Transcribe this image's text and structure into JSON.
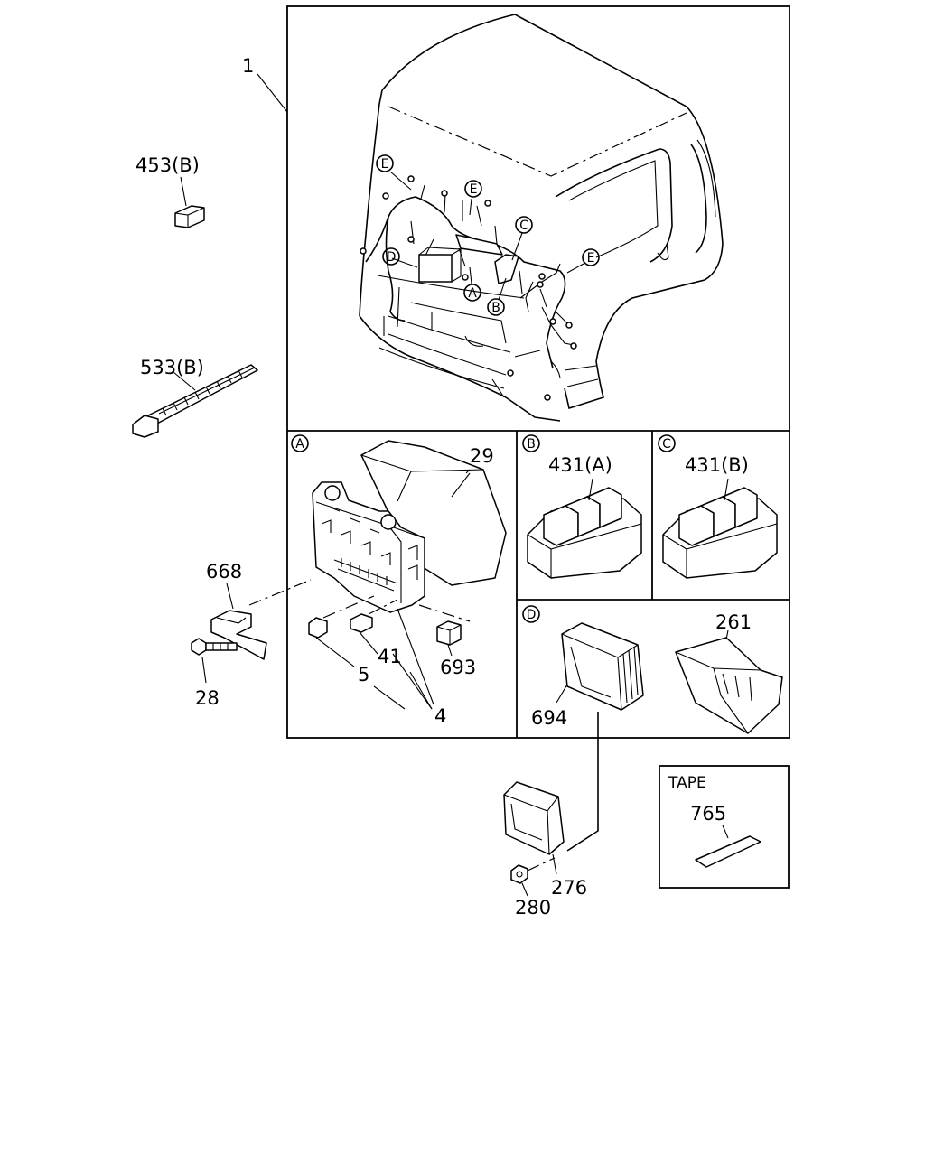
{
  "labels": {
    "p1": "1",
    "p453": "453(B)",
    "p533": "533(B)",
    "p668": "668",
    "p28": "28",
    "p29": "29",
    "p5": "5",
    "p41": "41",
    "p4": "4",
    "p693": "693",
    "p431a": "431(A)",
    "p431b": "431(B)",
    "p261": "261",
    "p694": "694",
    "p276": "276",
    "p280": "280",
    "p765": "765",
    "tape": "TAPE"
  },
  "callouts": {
    "A": "A",
    "B": "B",
    "C": "C",
    "D": "D",
    "E": "E"
  }
}
